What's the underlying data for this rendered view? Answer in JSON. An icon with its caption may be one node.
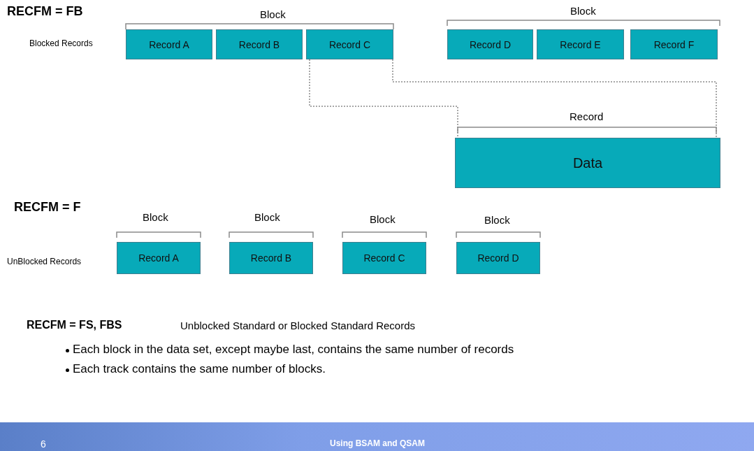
{
  "diagram": {
    "nodes": [
      {
        "text": [
          "Record A"
        ]
      },
      {
        "text": [
          "Record B"
        ]
      },
      {
        "text": [
          "Record C"
        ]
      },
      {
        "text": [
          "Record D"
        ]
      },
      {
        "text": [
          "Record E"
        ]
      },
      {
        "text": [
          "Record F"
        ]
      },
      {
        "text": [
          "Data"
        ]
      },
      {
        "text": [
          "Record A"
        ]
      },
      {
        "text": [
          "Record B"
        ]
      },
      {
        "text": [
          "Record C"
        ]
      },
      {
        "text": [
          "Record D"
        ]
      }
    ],
    "edges": [
      {
        "from": 2,
        "to": 6,
        "arrow": "none",
        "style": "dashed"
      },
      {
        "from": 2,
        "to": 6,
        "arrow": "none",
        "style": "dashed"
      }
    ],
    "labels": [
      "RECFM = FB",
      "Block",
      "Block",
      "Blocked Records",
      "Record",
      "RECFM = F",
      "Block",
      "Block",
      "Block",
      "Block",
      "UnBlocked Records",
      "RECFM = FS, FBS",
      "Unblocked Standard or Blocked Standard Records",
      "Each block in the data set, except maybe last, contains the same number of records",
      "Each track contains the same number of blocks.",
      "6",
      "Using BSAM and QSAM"
    ]
  }
}
